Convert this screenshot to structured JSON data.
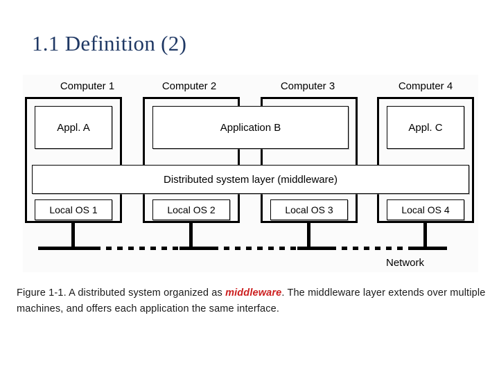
{
  "slide": {
    "title": "1.1 Definition (2)",
    "title_color": "#1f3864"
  },
  "figure": {
    "computers": [
      {
        "label": "Computer 1"
      },
      {
        "label": "Computer 2"
      },
      {
        "label": "Computer 3"
      },
      {
        "label": "Computer 4"
      }
    ],
    "applications": [
      {
        "label": "Appl. A"
      },
      {
        "label": "Application B"
      },
      {
        "label": "Appl. C"
      }
    ],
    "middleware": {
      "label": "Distributed system layer (middleware)"
    },
    "operating_systems": [
      {
        "label": "Local OS 1"
      },
      {
        "label": "Local OS 2"
      },
      {
        "label": "Local OS 3"
      },
      {
        "label": "Local OS 4"
      }
    ],
    "network": {
      "label": "Network"
    }
  },
  "caption": {
    "part1": "Figure 1-1. A distributed system organized as ",
    "emphasis": "middleware",
    "part2": ". The middleware layer extends over multiple machines, and offers each application the same interface.",
    "emphasis_color": "#cc2020"
  }
}
